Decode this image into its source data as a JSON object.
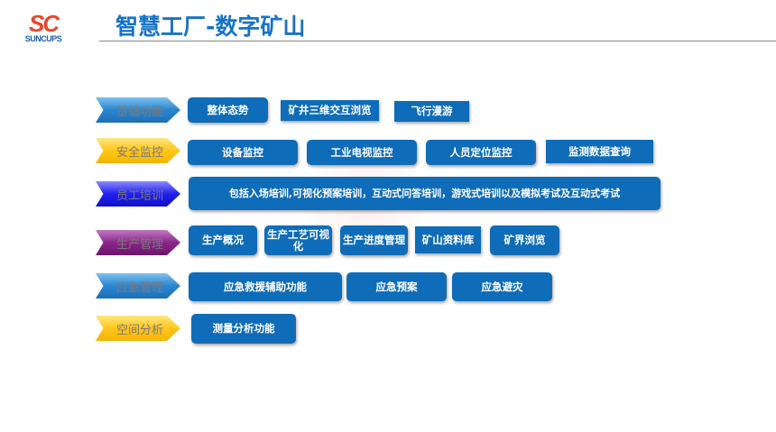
{
  "logo": {
    "mark": "SC",
    "name": "SUNCUPS"
  },
  "header": {
    "title": "智慧工厂-数字矿山"
  },
  "categories": [
    {
      "label": "基础功能",
      "color": "#2a86d0",
      "items": [
        "整体态势",
        "矿井三维交互浏览",
        "飞行漫游"
      ]
    },
    {
      "label": "安全监控",
      "color": "#ffc61a",
      "items": [
        "设备监控",
        "工业电视监控",
        "人员定位监控",
        "监测数据查询"
      ]
    },
    {
      "label": "员工培训",
      "color": "#2020ee",
      "items": [
        "包括入场培训,可视化预案培训，互动式问答培训，游戏式培训以及模拟考试及互动式考试"
      ]
    },
    {
      "label": "生产管理",
      "color": "#8a268a",
      "items": [
        "生产概况",
        "生产工艺可视化",
        "生产进度管理",
        "矿山资料库",
        "矿界浏览"
      ]
    },
    {
      "label": "应急管理",
      "color": "#2a86d0",
      "items": [
        "应急救援辅助功能",
        "应急预案",
        "应急避灾"
      ]
    },
    {
      "label": "空间分析",
      "color": "#ffc61a",
      "items": [
        "测量分析功能"
      ]
    }
  ]
}
